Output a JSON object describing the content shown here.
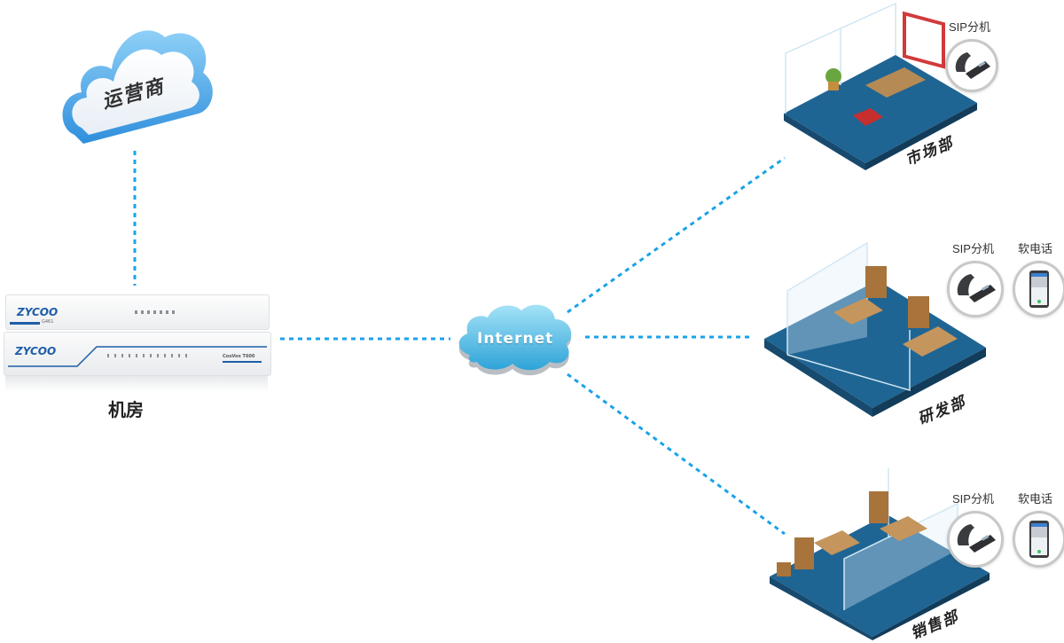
{
  "diagram": {
    "nodes": {
      "carrier": {
        "label": "运营商"
      },
      "server_room": {
        "label": "机房",
        "device_brand": "ZYCOO",
        "device_model": "CooVox T600",
        "top_unit_tag": "G461"
      },
      "internet": {
        "label": "Internet"
      }
    },
    "departments": [
      {
        "label": "市场部",
        "devices": [
          {
            "label": "SIP分机",
            "icon": "ip-phone-icon"
          }
        ]
      },
      {
        "label": "研发部",
        "devices": [
          {
            "label": "SIP分机",
            "icon": "ip-phone-icon"
          },
          {
            "label": "软电话",
            "icon": "smartphone-icon"
          }
        ]
      },
      {
        "label": "销售部",
        "devices": [
          {
            "label": "SIP分机",
            "icon": "ip-phone-icon"
          },
          {
            "label": "软电话",
            "icon": "smartphone-icon"
          }
        ]
      }
    ],
    "edges": [
      {
        "from": "carrier",
        "to": "server_room",
        "style": "dotted"
      },
      {
        "from": "server_room",
        "to": "internet",
        "style": "dotted"
      },
      {
        "from": "internet",
        "to": "市场部",
        "style": "dotted"
      },
      {
        "from": "internet",
        "to": "研发部",
        "style": "dotted"
      },
      {
        "from": "internet",
        "to": "销售部",
        "style": "dotted"
      }
    ]
  },
  "colors": {
    "link": "#1aa3e8",
    "cloud_blue": "#4aa8e8",
    "floor_blue": "#1e5f8c",
    "floor_edge": "#174a6e",
    "internet_cloud": "#5cc4ec"
  }
}
